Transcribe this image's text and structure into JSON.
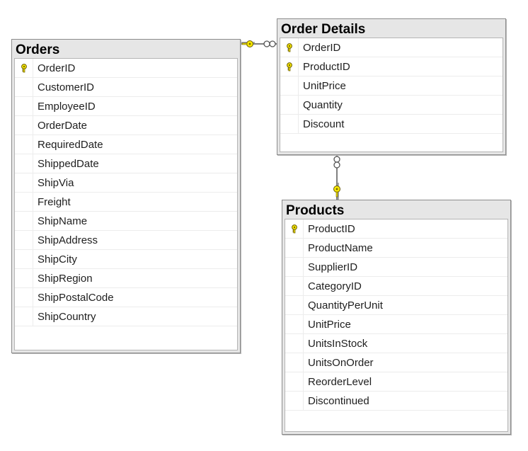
{
  "tables": {
    "orders": {
      "title": "Orders",
      "columns": [
        {
          "name": "OrderID",
          "key": true
        },
        {
          "name": "CustomerID",
          "key": false
        },
        {
          "name": "EmployeeID",
          "key": false
        },
        {
          "name": "OrderDate",
          "key": false
        },
        {
          "name": "RequiredDate",
          "key": false
        },
        {
          "name": "ShippedDate",
          "key": false
        },
        {
          "name": "ShipVia",
          "key": false
        },
        {
          "name": "Freight",
          "key": false
        },
        {
          "name": "ShipName",
          "key": false
        },
        {
          "name": "ShipAddress",
          "key": false
        },
        {
          "name": "ShipCity",
          "key": false
        },
        {
          "name": "ShipRegion",
          "key": false
        },
        {
          "name": "ShipPostalCode",
          "key": false
        },
        {
          "name": "ShipCountry",
          "key": false
        }
      ]
    },
    "order_details": {
      "title": "Order Details",
      "columns": [
        {
          "name": "OrderID",
          "key": true
        },
        {
          "name": "ProductID",
          "key": true
        },
        {
          "name": "UnitPrice",
          "key": false
        },
        {
          "name": "Quantity",
          "key": false
        },
        {
          "name": "Discount",
          "key": false
        }
      ]
    },
    "products": {
      "title": "Products",
      "columns": [
        {
          "name": "ProductID",
          "key": true
        },
        {
          "name": "ProductName",
          "key": false
        },
        {
          "name": "SupplierID",
          "key": false
        },
        {
          "name": "CategoryID",
          "key": false
        },
        {
          "name": "QuantityPerUnit",
          "key": false
        },
        {
          "name": "UnitPrice",
          "key": false
        },
        {
          "name": "UnitsInStock",
          "key": false
        },
        {
          "name": "UnitsOnOrder",
          "key": false
        },
        {
          "name": "ReorderLevel",
          "key": false
        },
        {
          "name": "Discontinued",
          "key": false
        }
      ]
    }
  },
  "relationships": [
    {
      "from": "orders",
      "to": "order_details",
      "one_end": "orders",
      "many_end": "order_details"
    },
    {
      "from": "products",
      "to": "order_details",
      "one_end": "products",
      "many_end": "order_details"
    }
  ],
  "colors": {
    "key_icon": "#f5e600",
    "key_outline": "#6b5d00",
    "line": "#555555"
  }
}
